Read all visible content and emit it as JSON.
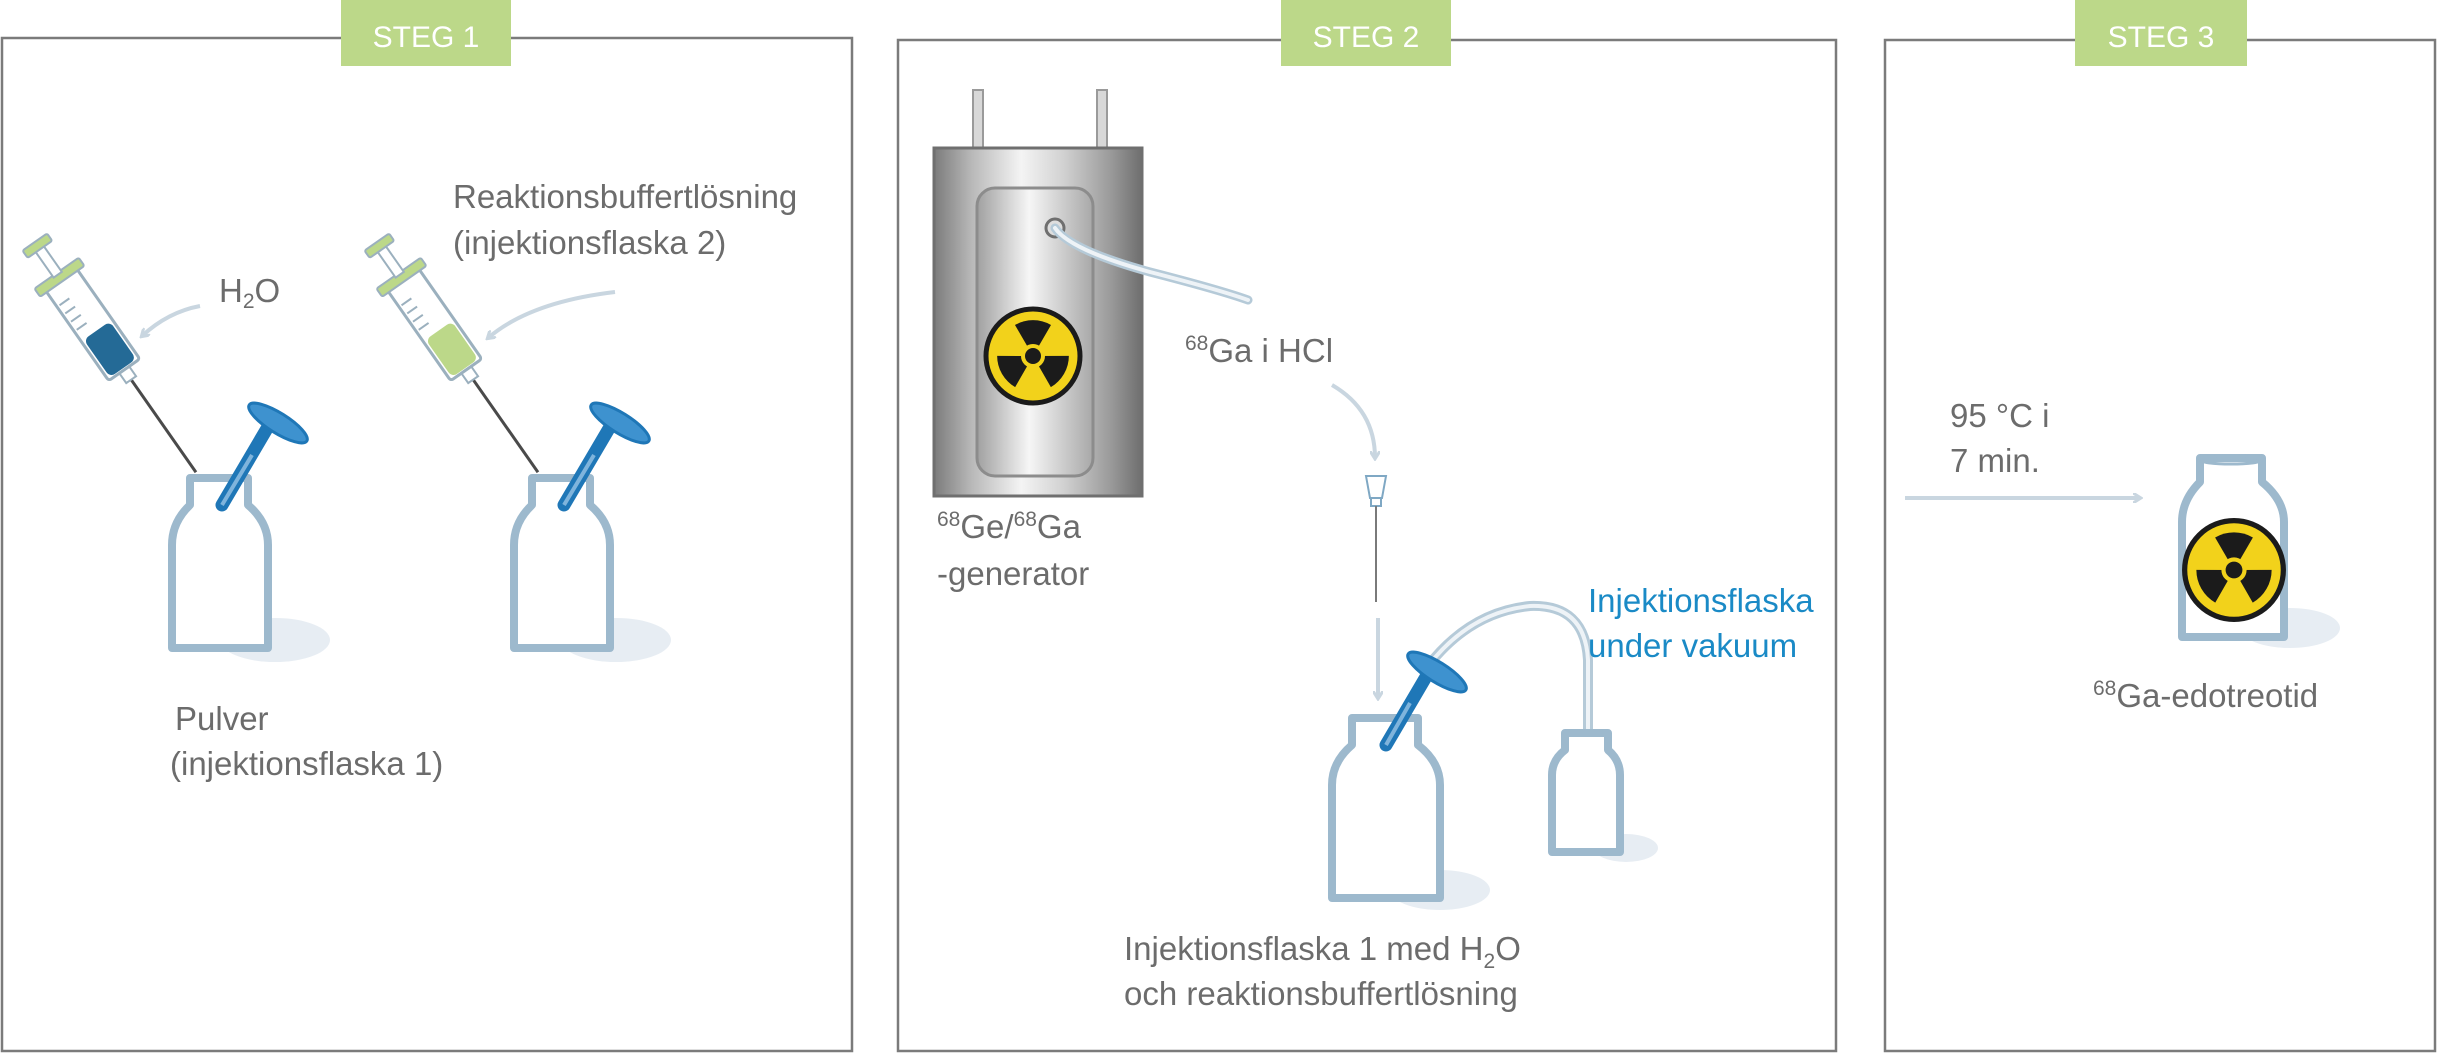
{
  "steps": [
    {
      "tag": "STEG 1"
    },
    {
      "tag": "STEG 2"
    },
    {
      "tag": "STEG 3"
    }
  ],
  "step1": {
    "water_label": "H",
    "water_sub": "2",
    "water_tail": "O",
    "buffer_line1": "Reaktionsbuffertlösning",
    "buffer_line2": "(injektionsflaska 2)",
    "powder_line1": "Pulver",
    "powder_line2": "(injektionsflaska 1)"
  },
  "step2": {
    "generator_sup1": "68",
    "generator_part1": "Ge/",
    "generator_sup2": "68",
    "generator_part2": "Ga",
    "generator_line2": "-generator",
    "eluate_sup": "68",
    "eluate_text": "Ga i HCl",
    "vacuum_line1": "Injektionsflaska",
    "vacuum_line2": "under vakuum",
    "vial1_line1_a": "Injektionsflaska 1 med H",
    "vial1_line1_sub": "2",
    "vial1_line1_b": "O",
    "vial1_line2": "och reaktionsbuffertlösning"
  },
  "step3": {
    "heat_line1": "95 °C i",
    "heat_line2": "7 min.",
    "product_sup": "68",
    "product_text": "Ga-edotreotid"
  },
  "colors": {
    "tag_green": "#bcd889",
    "label_gray": "#6c6c6c",
    "accent_blue": "#1a8ac6",
    "radiation_yellow": "#f2d21b"
  },
  "icons": [
    "syringe-icon",
    "vial-icon",
    "stopper-icon",
    "radiation-icon",
    "generator-icon",
    "arrow-icon",
    "needle-icon"
  ]
}
